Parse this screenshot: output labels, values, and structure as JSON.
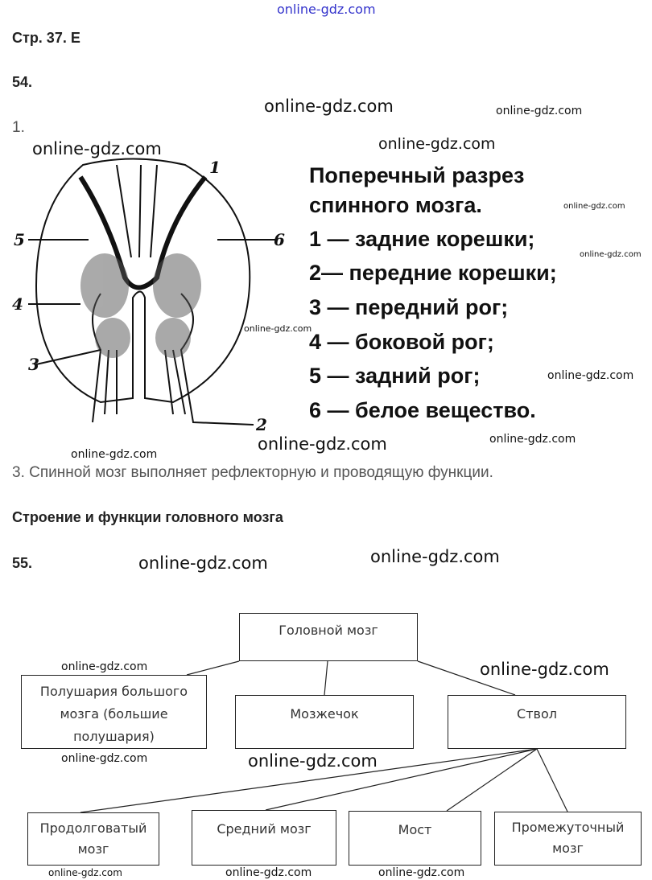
{
  "top_watermark": "online-gdz.com",
  "header": "Стр. 37. Е",
  "task54": {
    "number": "54.",
    "item1": "1.",
    "figure_labels": [
      "1",
      "2",
      "3",
      "4",
      "5",
      "6"
    ],
    "legend": [
      "Поперечный разрез",
      "спинного  мозга.",
      "1 — задние корешки;",
      "2— передние корешки;",
      "3 — передний рог;",
      "4 — боковой  рог;",
      "5 — задний  рог;",
      "6 — белое  вещество."
    ],
    "item3": "3. Спинной мозг выполняет рефлекторную и проводящую функции."
  },
  "section_heading": "Строение и функции головного мозга",
  "task55": {
    "number": "55.",
    "root": "Головной мозг",
    "level1": [
      "Полушария большого мозга (большие полушария)",
      "Мозжечок",
      "Ствол"
    ],
    "level2": [
      "Продолговатый мозг",
      "Средний мозг",
      "Мост",
      "Промежуточный мозг"
    ]
  },
  "watermark": "online-gdz.com"
}
